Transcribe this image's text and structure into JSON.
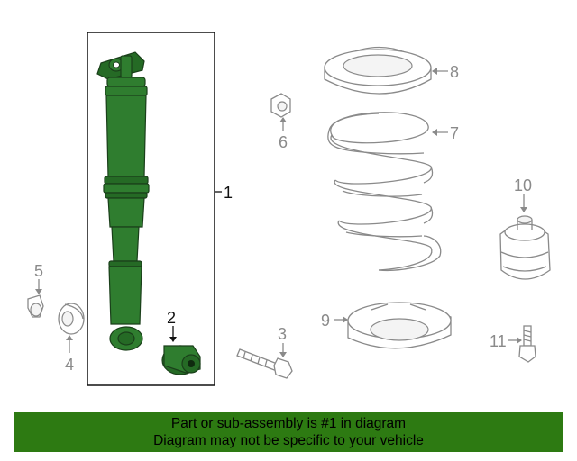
{
  "callouts": {
    "c1": "1",
    "c2": "2",
    "c3": "3",
    "c4": "4",
    "c5": "5",
    "c6": "6",
    "c7": "7",
    "c8": "8",
    "c9": "9",
    "c10": "10",
    "c11": "11"
  },
  "banner": {
    "line1": "Part or sub-assembly is #1 in diagram",
    "line2": "Diagram may not be specific to your vehicle"
  },
  "colors": {
    "highlight_green": "#2f7d2f",
    "banner_green": "#2d7a12",
    "outline_gray": "#8a8a8a"
  }
}
